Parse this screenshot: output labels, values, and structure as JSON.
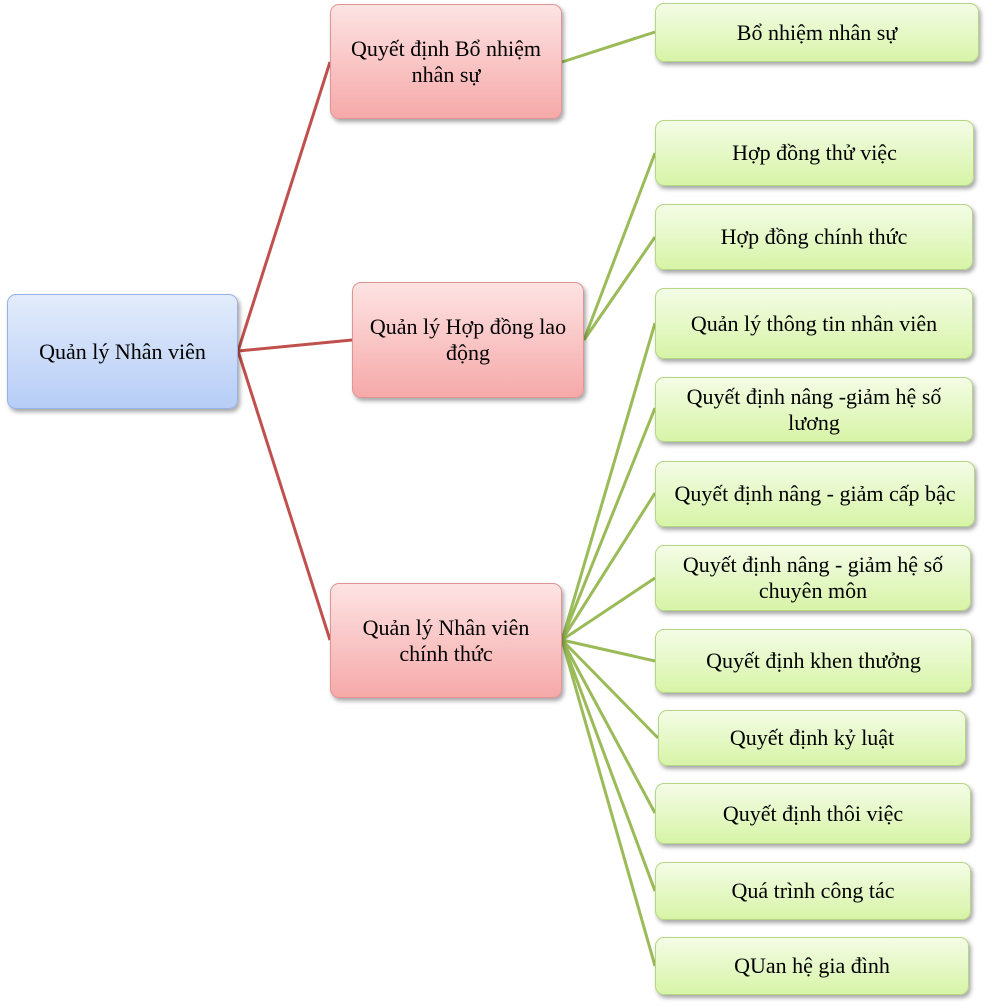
{
  "colors": {
    "root_connector": "#c0504d",
    "leaf_connector": "#9bbb59"
  },
  "root": {
    "label": "Quản lý  Nhân viên"
  },
  "groups": [
    {
      "label": "Quyết định Bổ nhiệm nhân sự",
      "children": [
        "Bổ nhiệm nhân sự"
      ]
    },
    {
      "label": "Quản lý  Hợp đồng lao động",
      "children": [
        "Hợp đồng thử việc",
        "Hợp đồng chính thức"
      ]
    },
    {
      "label": "Quản lý  Nhân viên chính thức",
      "children": [
        "Quản lý  thông tin nhân viên",
        "Quyết định nâng -giảm hệ số lương",
        "Quyết định nâng - giảm  cấp bậc",
        "Quyết định nâng - giảm  hệ số chuyên môn",
        "Quyết định khen thưởng",
        "Quyết định kỷ luật",
        "Quyết định thôi việc",
        "Quá trình công tác",
        "QUan hệ gia đình"
      ]
    }
  ]
}
